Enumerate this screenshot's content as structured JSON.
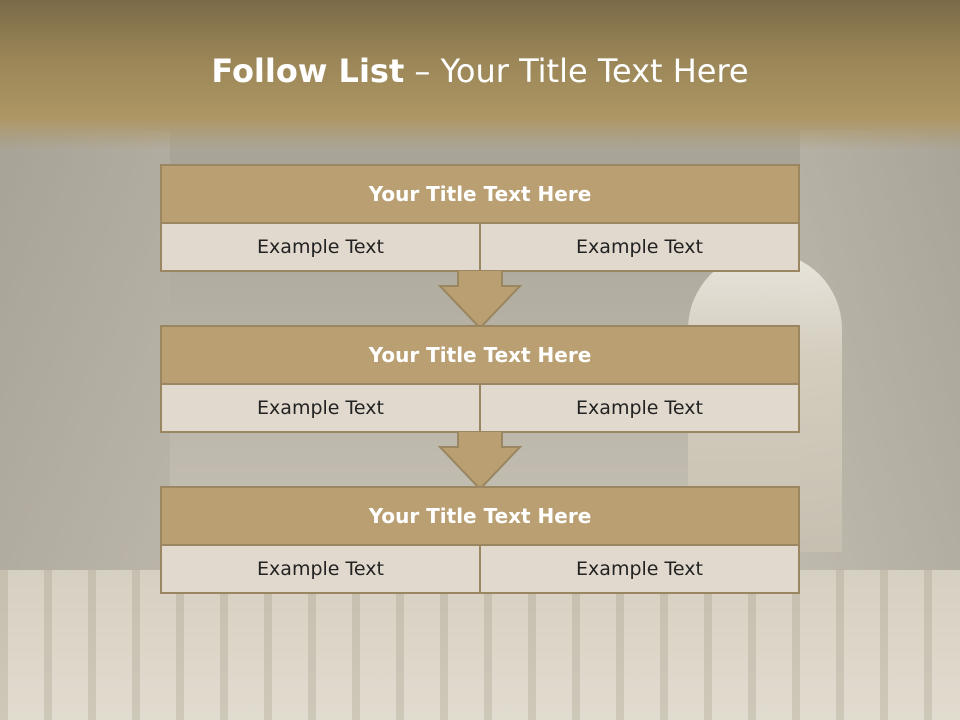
{
  "slide": {
    "title_bold": "Follow List",
    "title_rest": " – Your Title Text Here"
  },
  "blocks": [
    {
      "title": "Your Title Text Here",
      "left": "Example Text",
      "right": "Example Text"
    },
    {
      "title": "Your Title Text Here",
      "left": "Example Text",
      "right": "Example Text"
    },
    {
      "title": "Your Title Text Here",
      "left": "Example Text",
      "right": "Example Text"
    }
  ],
  "colors": {
    "header_brown": "#9b8658",
    "block_title": "#b99f72",
    "block_body": "#e1d9ce",
    "border": "#9a8660"
  },
  "icons": [
    "down-arrow-icon",
    "down-arrow-icon"
  ]
}
